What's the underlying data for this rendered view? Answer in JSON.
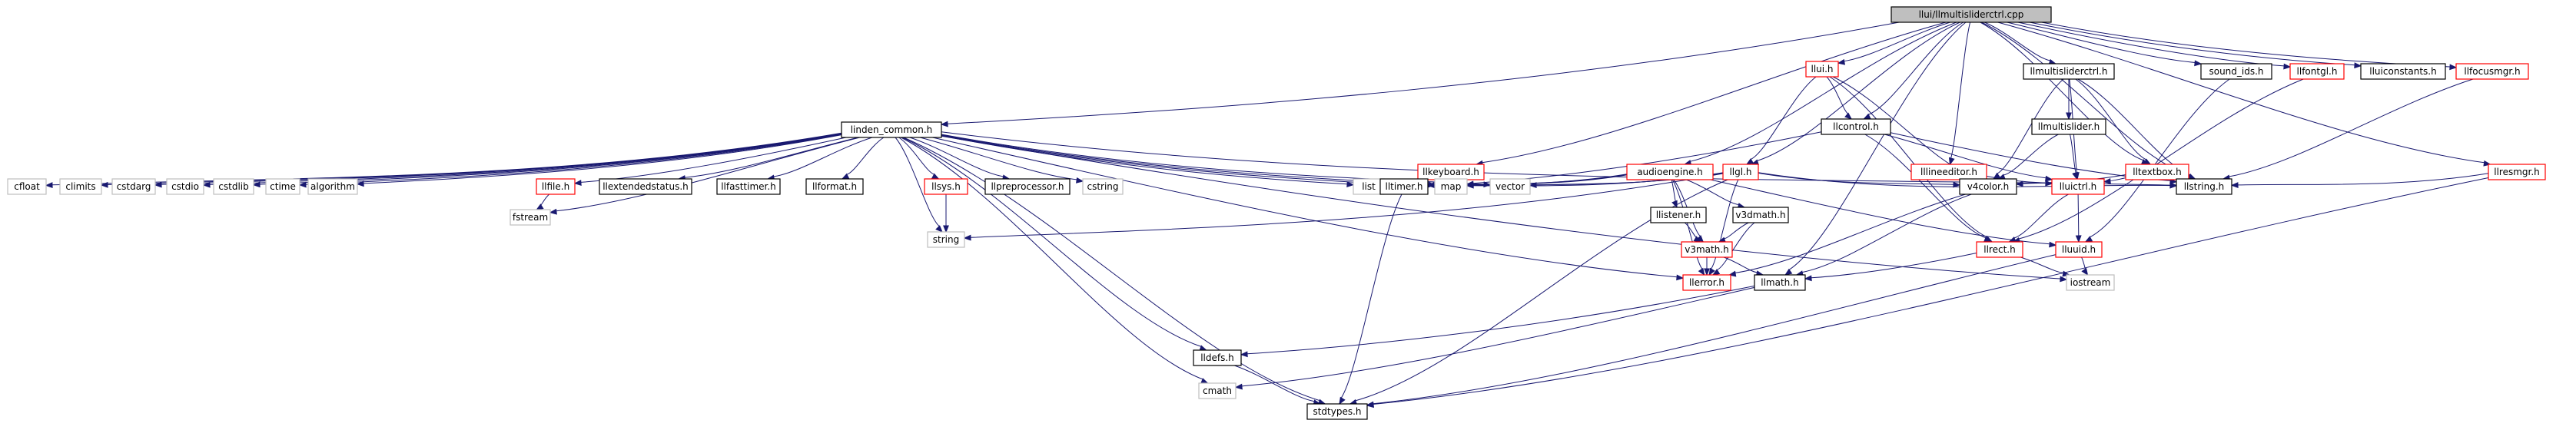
{
  "colors": {
    "edge": "#191970",
    "root_fill": "#bfbfbf",
    "documented_border": "#000000",
    "undocumented_border": "#ff0000",
    "system_border": "#bfbfbf",
    "system_text": "#666666"
  },
  "nodes": [
    {
      "id": "root",
      "label": "llui/llmultisliderctrl.cpp",
      "kind": "root"
    },
    {
      "id": "linden_common",
      "label": "linden_common.h",
      "kind": "doc"
    },
    {
      "id": "keyboard",
      "label": "llkeyboard.h",
      "kind": "undoc"
    },
    {
      "id": "audioengine",
      "label": "audioengine.h",
      "kind": "undoc"
    },
    {
      "id": "llgl",
      "label": "llgl.h",
      "kind": "undoc"
    },
    {
      "id": "llui",
      "label": "llui.h",
      "kind": "undoc"
    },
    {
      "id": "llcontrol",
      "label": "llcontrol.h",
      "kind": "doc"
    },
    {
      "id": "lineeditor",
      "label": "lllineeditor.h",
      "kind": "undoc"
    },
    {
      "id": "msliderctrl_h",
      "label": "llmultisliderctrl.h",
      "kind": "doc"
    },
    {
      "id": "multislider",
      "label": "llmultislider.h",
      "kind": "doc"
    },
    {
      "id": "textbox",
      "label": "lltextbox.h",
      "kind": "undoc"
    },
    {
      "id": "sound_ids",
      "label": "sound_ids.h",
      "kind": "doc"
    },
    {
      "id": "fontgl",
      "label": "llfontgl.h",
      "kind": "undoc"
    },
    {
      "id": "uiconstants",
      "label": "lluiconstants.h",
      "kind": "doc"
    },
    {
      "id": "focusmgr",
      "label": "llfocusmgr.h",
      "kind": "undoc"
    },
    {
      "id": "resmgr",
      "label": "llresmgr.h",
      "kind": "undoc"
    },
    {
      "id": "cfloat",
      "label": "cfloat",
      "kind": "sys"
    },
    {
      "id": "climits",
      "label": "climits",
      "kind": "sys"
    },
    {
      "id": "cstdarg",
      "label": "cstdarg",
      "kind": "sys"
    },
    {
      "id": "cstdio",
      "label": "cstdio",
      "kind": "sys"
    },
    {
      "id": "cstdlib",
      "label": "cstdlib",
      "kind": "sys"
    },
    {
      "id": "ctime",
      "label": "ctime",
      "kind": "sys"
    },
    {
      "id": "algorithm",
      "label": "algorithm",
      "kind": "sys"
    },
    {
      "id": "llfile",
      "label": "llfile.h",
      "kind": "undoc"
    },
    {
      "id": "extstatus",
      "label": "llextendedstatus.h",
      "kind": "doc"
    },
    {
      "id": "fasttimer",
      "label": "llfasttimer.h",
      "kind": "doc"
    },
    {
      "id": "llformat",
      "label": "llformat.h",
      "kind": "doc"
    },
    {
      "id": "llsys",
      "label": "llsys.h",
      "kind": "undoc"
    },
    {
      "id": "preproc",
      "label": "llpreprocessor.h",
      "kind": "doc"
    },
    {
      "id": "cstring",
      "label": "cstring",
      "kind": "sys"
    },
    {
      "id": "list",
      "label": "list",
      "kind": "sys"
    },
    {
      "id": "lltimer",
      "label": "lltimer.h",
      "kind": "doc"
    },
    {
      "id": "map",
      "label": "map",
      "kind": "sys"
    },
    {
      "id": "vector",
      "label": "vector",
      "kind": "sys"
    },
    {
      "id": "llistener",
      "label": "llistener.h",
      "kind": "doc"
    },
    {
      "id": "v3dmath",
      "label": "v3dmath.h",
      "kind": "doc"
    },
    {
      "id": "v4color",
      "label": "v4color.h",
      "kind": "doc"
    },
    {
      "id": "lluictrl",
      "label": "lluictrl.h",
      "kind": "undoc"
    },
    {
      "id": "llstring",
      "label": "llstring.h",
      "kind": "doc"
    },
    {
      "id": "fstream",
      "label": "fstream",
      "kind": "sys"
    },
    {
      "id": "string",
      "label": "string",
      "kind": "sys"
    },
    {
      "id": "v3math",
      "label": "v3math.h",
      "kind": "undoc"
    },
    {
      "id": "llrect",
      "label": "llrect.h",
      "kind": "undoc"
    },
    {
      "id": "lluuid",
      "label": "lluuid.h",
      "kind": "undoc"
    },
    {
      "id": "llerror",
      "label": "llerror.h",
      "kind": "undoc"
    },
    {
      "id": "llmath",
      "label": "llmath.h",
      "kind": "doc"
    },
    {
      "id": "iostream",
      "label": "iostream",
      "kind": "sys"
    },
    {
      "id": "lldefs",
      "label": "lldefs.h",
      "kind": "doc"
    },
    {
      "id": "cmath",
      "label": "cmath",
      "kind": "sys"
    },
    {
      "id": "stdtypes",
      "label": "stdtypes.h",
      "kind": "doc"
    }
  ],
  "edges": [
    [
      "root",
      "linden_common"
    ],
    [
      "root",
      "keyboard"
    ],
    [
      "root",
      "audioengine"
    ],
    [
      "root",
      "llgl"
    ],
    [
      "root",
      "llui"
    ],
    [
      "root",
      "llcontrol"
    ],
    [
      "root",
      "lineeditor"
    ],
    [
      "root",
      "msliderctrl_h"
    ],
    [
      "root",
      "textbox"
    ],
    [
      "root",
      "sound_ids"
    ],
    [
      "root",
      "fontgl"
    ],
    [
      "root",
      "uiconstants"
    ],
    [
      "root",
      "focusmgr"
    ],
    [
      "root",
      "resmgr"
    ],
    [
      "root",
      "llmath"
    ],
    [
      "root",
      "llstring"
    ],
    [
      "linden_common",
      "cfloat"
    ],
    [
      "linden_common",
      "climits"
    ],
    [
      "linden_common",
      "cstdarg"
    ],
    [
      "linden_common",
      "cstdio"
    ],
    [
      "linden_common",
      "cstdlib"
    ],
    [
      "linden_common",
      "ctime"
    ],
    [
      "linden_common",
      "algorithm"
    ],
    [
      "linden_common",
      "llfile"
    ],
    [
      "linden_common",
      "extstatus"
    ],
    [
      "linden_common",
      "fasttimer"
    ],
    [
      "linden_common",
      "llformat"
    ],
    [
      "linden_common",
      "llsys"
    ],
    [
      "linden_common",
      "preproc"
    ],
    [
      "linden_common",
      "cstring"
    ],
    [
      "linden_common",
      "list"
    ],
    [
      "linden_common",
      "lltimer"
    ],
    [
      "linden_common",
      "map"
    ],
    [
      "linden_common",
      "vector"
    ],
    [
      "linden_common",
      "string"
    ],
    [
      "linden_common",
      "fstream"
    ],
    [
      "linden_common",
      "llerror"
    ],
    [
      "linden_common",
      "lldefs"
    ],
    [
      "linden_common",
      "stdtypes"
    ],
    [
      "linden_common",
      "iostream"
    ],
    [
      "linden_common",
      "cmath"
    ],
    [
      "linden_common",
      "llstring"
    ],
    [
      "llfile",
      "fstream"
    ],
    [
      "llsys",
      "string"
    ],
    [
      "lltimer",
      "stdtypes"
    ],
    [
      "keyboard",
      "map"
    ],
    [
      "keyboard",
      "lltimer"
    ],
    [
      "audioengine",
      "list"
    ],
    [
      "audioengine",
      "map"
    ],
    [
      "audioengine",
      "llistener"
    ],
    [
      "audioengine",
      "v3dmath"
    ],
    [
      "audioengine",
      "v3math"
    ],
    [
      "audioengine",
      "lluuid"
    ],
    [
      "audioengine",
      "llerror"
    ],
    [
      "audioengine",
      "lltimer"
    ],
    [
      "llgl",
      "map"
    ],
    [
      "llgl",
      "list"
    ],
    [
      "llgl",
      "string"
    ],
    [
      "llgl",
      "v4color"
    ],
    [
      "llgl",
      "llstring"
    ],
    [
      "llgl",
      "stdtypes"
    ],
    [
      "llgl",
      "llerror"
    ],
    [
      "llgl",
      "vector"
    ],
    [
      "llui",
      "llgl"
    ],
    [
      "llui",
      "llcontrol"
    ],
    [
      "llui",
      "llrect"
    ],
    [
      "llui",
      "v4color"
    ],
    [
      "llcontrol",
      "lluictrl"
    ],
    [
      "llcontrol",
      "llstring"
    ],
    [
      "llcontrol",
      "llrect"
    ],
    [
      "llcontrol",
      "map"
    ],
    [
      "lineeditor",
      "v4color"
    ],
    [
      "lineeditor",
      "lluictrl"
    ],
    [
      "msliderctrl_h",
      "multislider"
    ],
    [
      "msliderctrl_h",
      "textbox"
    ],
    [
      "msliderctrl_h",
      "v4color"
    ],
    [
      "msliderctrl_h",
      "lluictrl"
    ],
    [
      "msliderctrl_h",
      "llstring"
    ],
    [
      "multislider",
      "v4color"
    ],
    [
      "multislider",
      "lluictrl"
    ],
    [
      "textbox",
      "v4color"
    ],
    [
      "textbox",
      "lluictrl"
    ],
    [
      "textbox",
      "llstring"
    ],
    [
      "fontgl",
      "llrect"
    ],
    [
      "focusmgr",
      "llstring"
    ],
    [
      "resmgr",
      "llstring"
    ],
    [
      "resmgr",
      "stdtypes"
    ],
    [
      "sound_ids",
      "lluuid"
    ],
    [
      "llistener",
      "v3math"
    ],
    [
      "v3dmath",
      "v3math"
    ],
    [
      "v3dmath",
      "llerror"
    ],
    [
      "v3math",
      "llerror"
    ],
    [
      "v3math",
      "llmath"
    ],
    [
      "v4color",
      "llerror"
    ],
    [
      "v4color",
      "llmath"
    ],
    [
      "lluictrl",
      "llrect"
    ],
    [
      "lluictrl",
      "lluuid"
    ],
    [
      "llrect",
      "llmath"
    ],
    [
      "llrect",
      "iostream"
    ],
    [
      "lluuid",
      "iostream"
    ],
    [
      "lluuid",
      "stdtypes"
    ],
    [
      "llmath",
      "lldefs"
    ],
    [
      "llmath",
      "cmath"
    ],
    [
      "lldefs",
      "stdtypes"
    ]
  ]
}
